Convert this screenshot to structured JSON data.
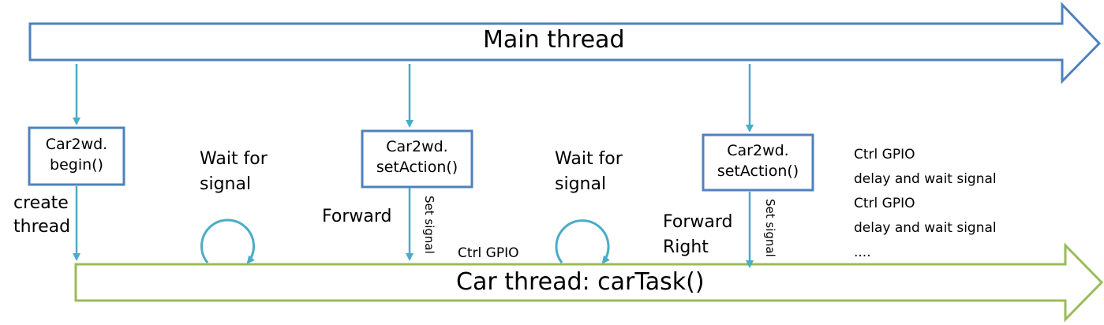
{
  "main_thread": {
    "label": "Main thread"
  },
  "car_thread": {
    "label": "Car thread: carTask()"
  },
  "boxes": [
    {
      "line1": "Car2wd.",
      "line2": "begin()"
    },
    {
      "line1": "Car2wd.",
      "line2": "setAction()"
    },
    {
      "line1": "Car2wd.",
      "line2": "setAction()"
    }
  ],
  "labels": {
    "create_thread": [
      "create",
      "thread"
    ],
    "wait_1": [
      "Wait for",
      "signal"
    ],
    "wait_2": [
      "Wait for",
      "signal"
    ],
    "forward": "Forward",
    "forward_right": [
      "Forward",
      "Right"
    ],
    "set_signal_1": "Set signal",
    "set_signal_2": "Set signal",
    "ctrl_gpio": "Ctrl GPIO",
    "steps": [
      "Ctrl GPIO",
      "delay and wait signal",
      "Ctrl GPIO",
      "delay and wait signal",
      "...."
    ]
  },
  "colors": {
    "main_border": "#4f81bd",
    "car_border": "#9bbb59",
    "connector": "#4bacc6",
    "box_border": "#4f81bd"
  }
}
